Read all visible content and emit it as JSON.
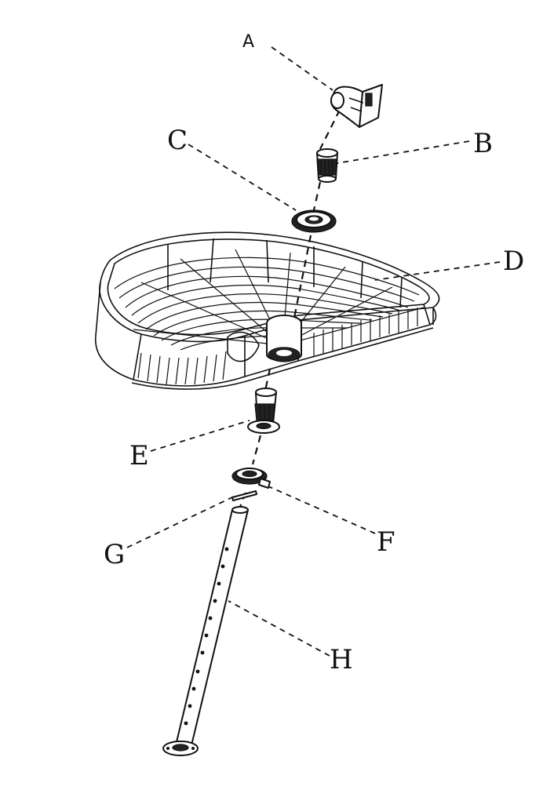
{
  "diagram": {
    "labels": {
      "a": "A",
      "b": "B",
      "c": "C",
      "d": "D",
      "e": "E",
      "f": "F",
      "g": "G",
      "h": "H"
    },
    "colors": {
      "ink": "#111111",
      "background": "#ffffff"
    }
  }
}
